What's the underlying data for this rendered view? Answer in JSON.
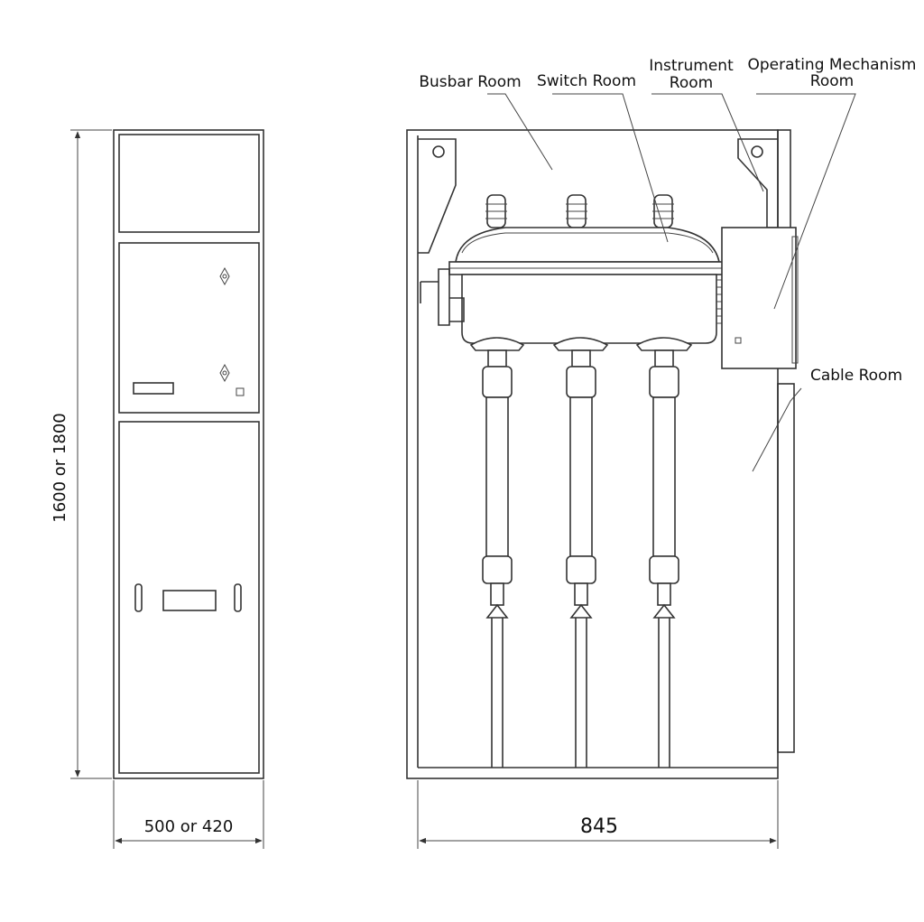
{
  "labels": {
    "busbar_room": "Busbar Room",
    "switch_room": "Switch Room",
    "instrument_room_line1": "Instrument",
    "instrument_room_line2": "Room",
    "operating_mechanism_line1": "Operating Mechanism",
    "operating_mechanism_line2": "Room",
    "cable_room": "Cable Room"
  },
  "dimensions": {
    "height": "1600 or 1800",
    "width": "500 or 420",
    "depth": "845"
  }
}
